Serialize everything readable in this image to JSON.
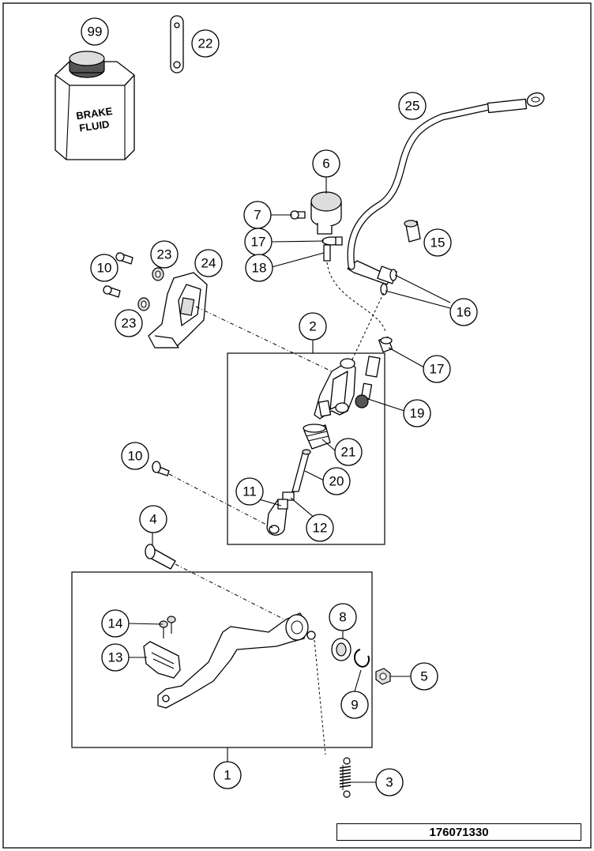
{
  "drawing_number": "176071330",
  "can_label": [
    "BRAKE",
    "FLUID"
  ],
  "callouts": [
    "99",
    "22",
    "25",
    "6",
    "7",
    "17",
    "15",
    "18",
    "10",
    "23",
    "24",
    "16",
    "23",
    "2",
    "17",
    "19",
    "21",
    "10",
    "20",
    "11",
    "12",
    "4",
    "8",
    "14",
    "13",
    "5",
    "9",
    "1",
    "3"
  ]
}
